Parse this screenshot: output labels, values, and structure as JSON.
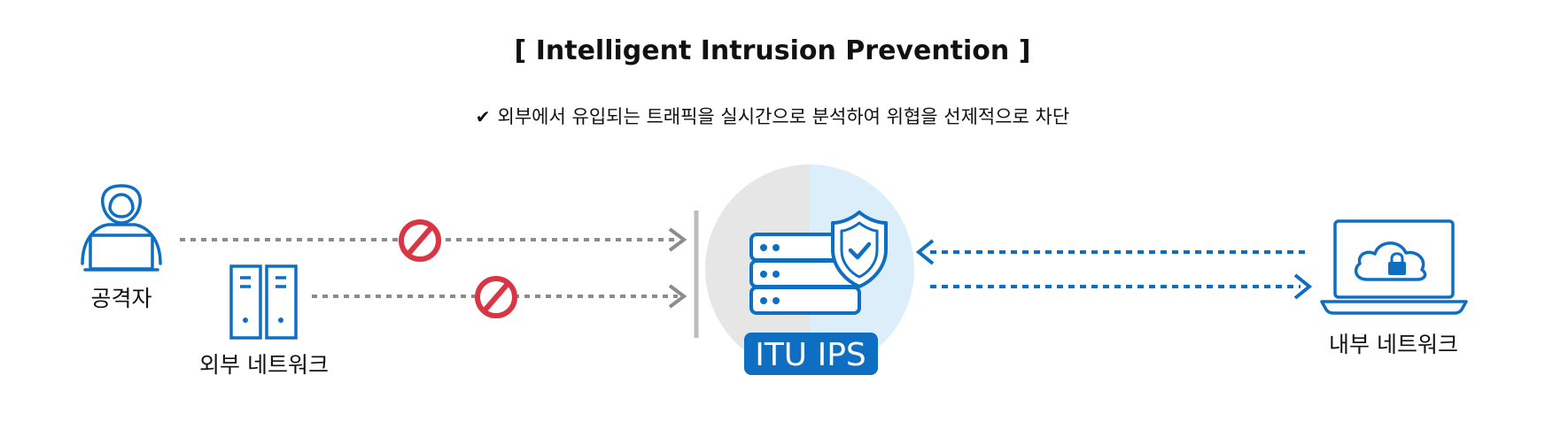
{
  "title": "[ Intelligent Intrusion Prevention ]",
  "subtitle": "외부에서 유입되는 트래픽을 실시간으로 분석하여 위협을 선제적으로 차단",
  "nodes": {
    "attacker": "공격자",
    "external_network": "외부 네트워크",
    "ips": "ITU IPS",
    "internal_network": "내부 네트워크"
  },
  "colors": {
    "brand_blue": "#0E6EC1",
    "block_red": "#D83545",
    "arrow_gray": "#8C8C8C",
    "circle_gray": "#E6E6E6",
    "circle_blue": "#DCEEFA"
  },
  "icons": [
    "hacker-icon",
    "server-rack-icon",
    "block-icon",
    "server-stack-icon",
    "shield-check-icon",
    "laptop-cloud-lock-icon"
  ]
}
